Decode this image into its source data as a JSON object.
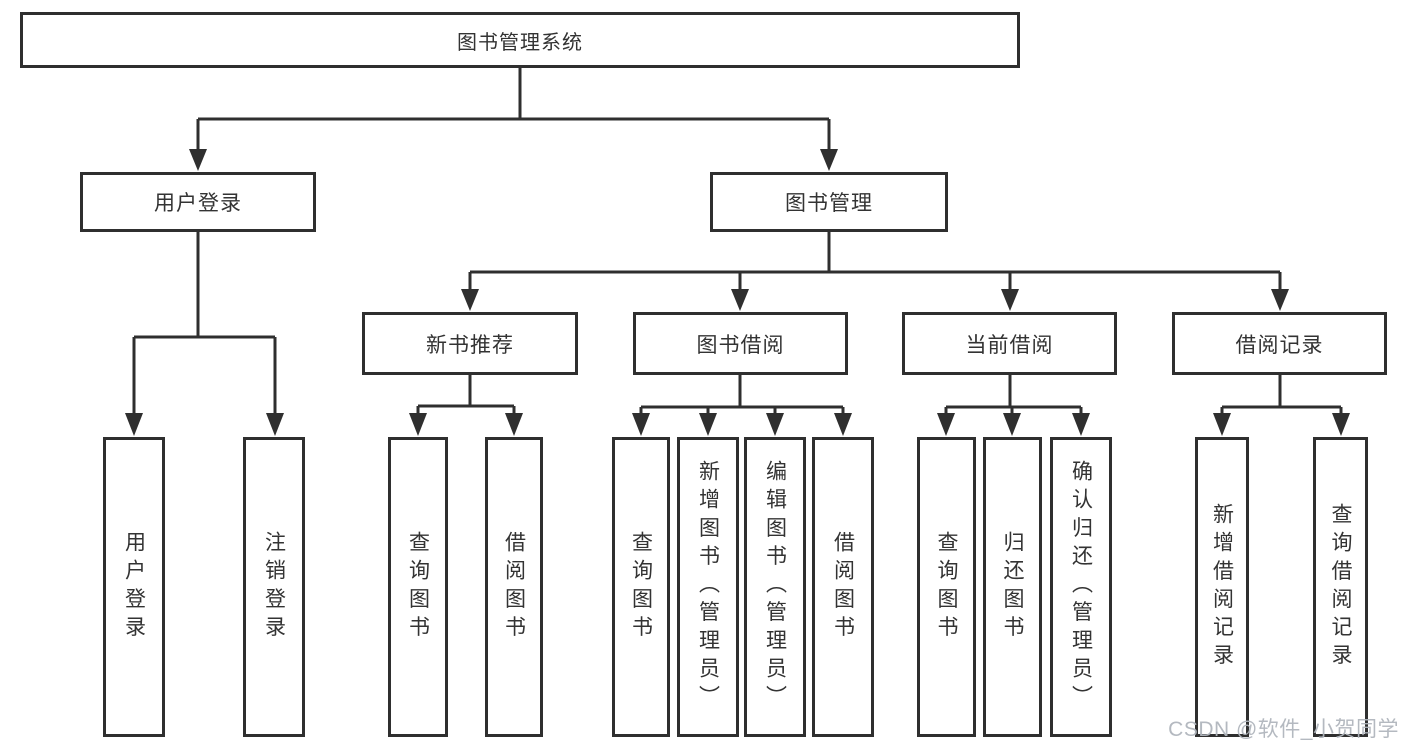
{
  "diagram": {
    "root": {
      "label": "图书管理系统"
    },
    "branches": [
      {
        "label": "用户登录",
        "children": [
          {
            "label": "用户登录"
          },
          {
            "label": "注销登录"
          }
        ]
      },
      {
        "label": "图书管理",
        "groups": [
          {
            "label": "新书推荐",
            "children": [
              {
                "label": "查询图书"
              },
              {
                "label": "借阅图书"
              }
            ]
          },
          {
            "label": "图书借阅",
            "children": [
              {
                "label": "查询图书"
              },
              {
                "label": "新增图书（管理员）"
              },
              {
                "label": "编辑图书（管理员）"
              },
              {
                "label": "借阅图书"
              }
            ]
          },
          {
            "label": "当前借阅",
            "children": [
              {
                "label": "查询图书"
              },
              {
                "label": "归还图书"
              },
              {
                "label": "确认归还（管理员）"
              }
            ]
          },
          {
            "label": "借阅记录",
            "children": [
              {
                "label": "新增借阅记录"
              },
              {
                "label": "查询借阅记录"
              }
            ]
          }
        ]
      }
    ]
  },
  "watermark": "CSDN @软件_小贺同学",
  "colors": {
    "line": "#2f2f2f",
    "text": "#333333",
    "background": "#ffffff",
    "watermark": "#b0b5bd"
  }
}
